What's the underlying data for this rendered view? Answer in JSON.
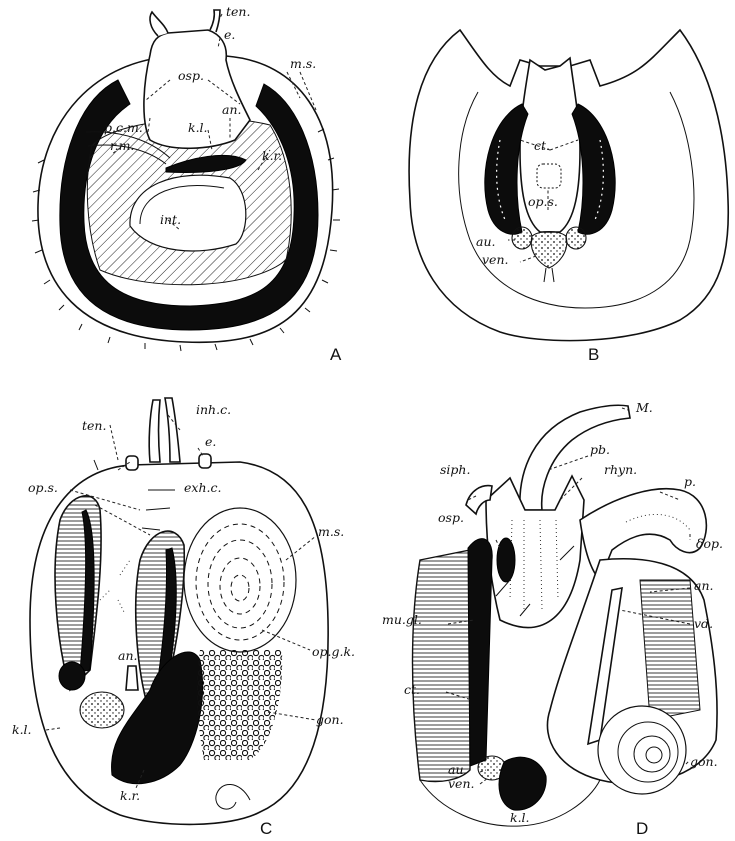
{
  "panels": {
    "A": {
      "letter": "A",
      "labels": {
        "ten": "ten.",
        "e": "e.",
        "ms": "m.s.",
        "osp": "osp.",
        "an": "an.",
        "pcm": "p.c.m.",
        "kl": "k.l.",
        "rm": "r.m.",
        "kr": "k.r.",
        "int": "int."
      }
    },
    "B": {
      "letter": "B",
      "labels": {
        "ct": "ct.",
        "ops": "op.s.",
        "au": "au.",
        "ven": "ven."
      }
    },
    "C": {
      "letter": "C",
      "labels": {
        "inhc": "inh.c.",
        "ten": "ten.",
        "e": "e.",
        "ops": "op.s.",
        "exhc": "exh.c.",
        "ms": "m.s.",
        "an": "an.",
        "opgk": "op.g.k.",
        "gon": "gon.",
        "kl": "k.l.",
        "kr": "k.r."
      }
    },
    "D": {
      "letter": "D",
      "labels": {
        "M": "M.",
        "pb": "pb.",
        "siph": "siph.",
        "rhyn": "rhyn.",
        "p": "p.",
        "op": "δop.",
        "osp": "osp.",
        "an": "an.",
        "vd": "vd.",
        "mugl": "mu.gl.",
        "ct": "ct.",
        "gon": "gon.",
        "au": "au.",
        "ven": "ven.",
        "kl": "k.l."
      }
    }
  }
}
